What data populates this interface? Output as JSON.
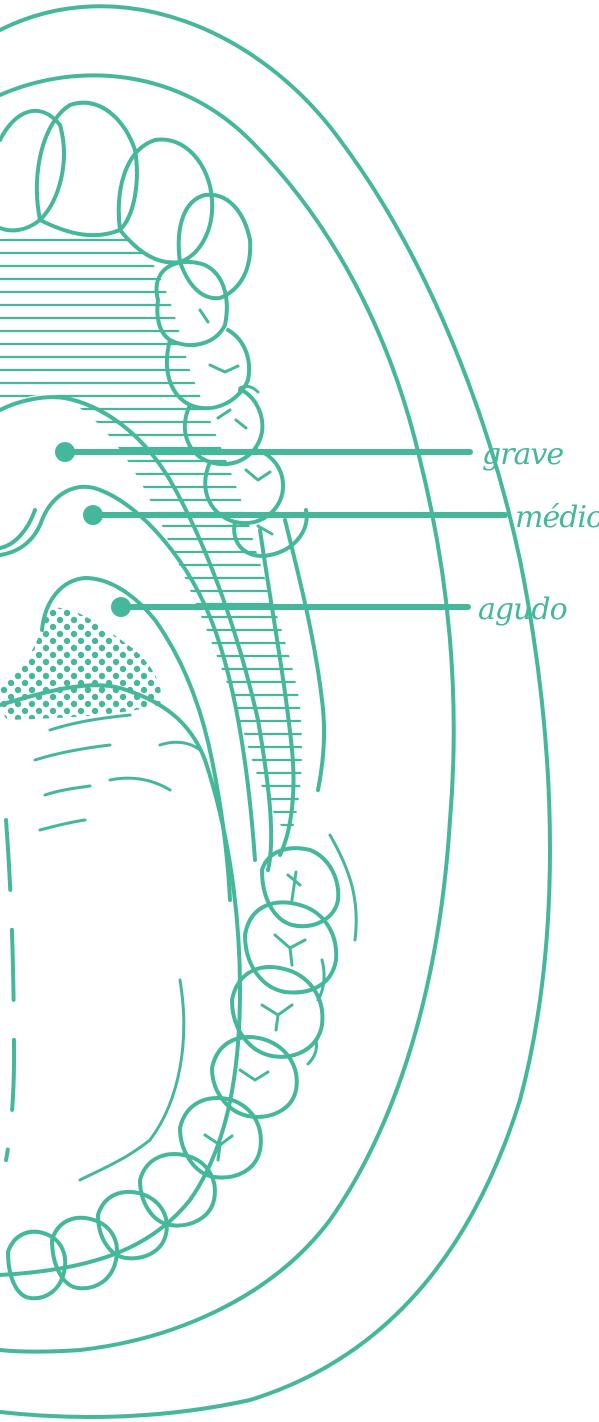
{
  "colors": {
    "line": "#45b89c",
    "background": "#ffffff"
  },
  "labels": {
    "grave": "grave",
    "medio": "médio",
    "agudo": "agudo"
  }
}
